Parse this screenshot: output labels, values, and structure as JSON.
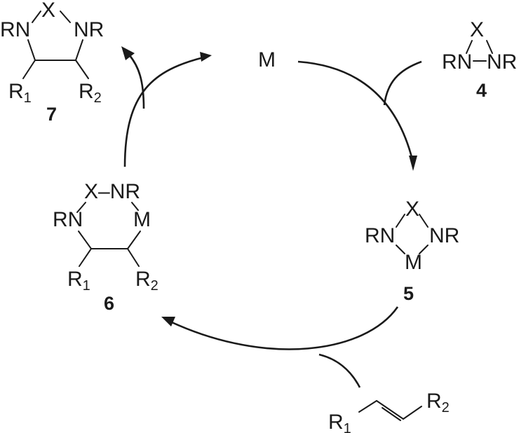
{
  "metal": "M",
  "compound_7": {
    "X": "X",
    "RN": "RN",
    "NR": "NR",
    "R1": "R",
    "R1_sub": "1",
    "R2": "R",
    "R2_sub": "2",
    "number": "7"
  },
  "compound_4": {
    "X": "X",
    "RN": "RN",
    "NR": "NR",
    "number": "4"
  },
  "compound_5": {
    "X": "X",
    "RN": "RN",
    "NR": "NR",
    "M": "M",
    "number": "5"
  },
  "compound_6": {
    "X_NR": "X–NR",
    "RN": "RN",
    "M": "M",
    "R1": "R",
    "R1_sub": "1",
    "R2": "R",
    "R2_sub": "2",
    "number": "6"
  },
  "alkene": {
    "R1": "R",
    "R1_sub": "1",
    "R2": "R",
    "R2_sub": "2"
  }
}
